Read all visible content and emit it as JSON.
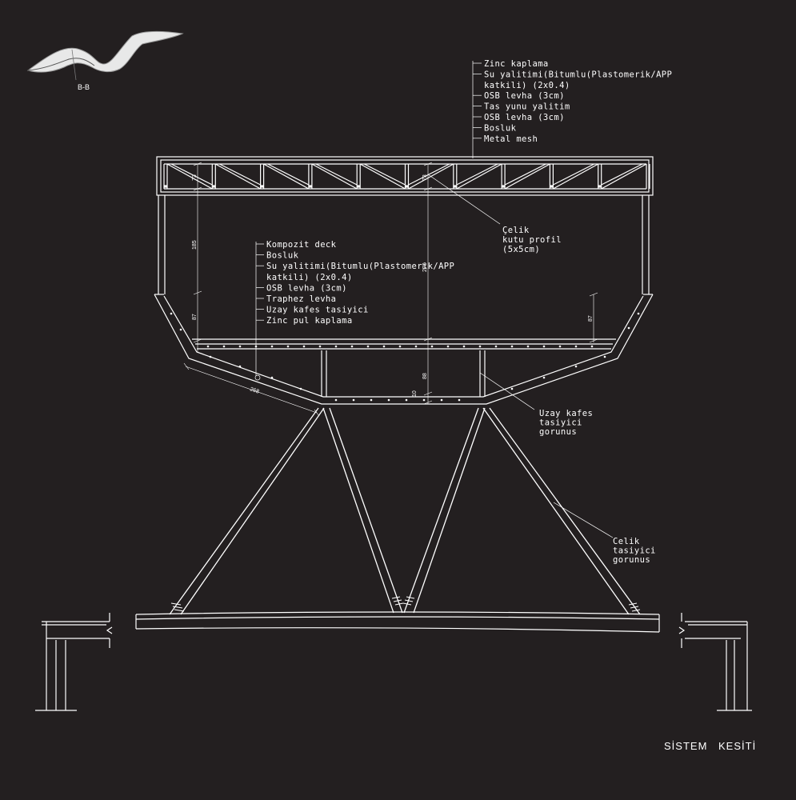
{
  "key_plan": {
    "label": "B-B"
  },
  "roof_layers": {
    "items": [
      "Zinc kaplama",
      "Su yalitimi(Bitumlu(Plastomerik/APP",
      "katkili) (2x0.4)",
      "OSB levha (3cm)",
      "Tas yunu yalitim",
      "OSB levha (3cm)",
      "Bosluk",
      "Metal mesh"
    ]
  },
  "floor_layers": {
    "items": [
      "Kompozit deck",
      "Bosluk",
      "Su yalitimi(Bitumlu(Plastomerik/APP",
      "katkili) (2x0.4)",
      "OSB levha (3cm)",
      "Traphez levha",
      "Uzay kafes tasiyici",
      "Zinc pul kaplama"
    ]
  },
  "profile_note": {
    "lines": [
      "Çelik",
      "kutu profil",
      "(5x5cm)"
    ]
  },
  "space_frame_note": {
    "lines": [
      "Uzay kafes",
      "tasiyici",
      "gorunus"
    ]
  },
  "steel_support_note": {
    "lines": [
      "Celik",
      "tasiyici",
      "gorunus"
    ]
  },
  "dimensions": {
    "roof_truss": "73",
    "wall_height": "185",
    "lower_left": "87",
    "lower_right": "87",
    "center_total": "270",
    "center_roof": "73",
    "center_bottom": "88",
    "center_small": "10",
    "slope_length": "268"
  },
  "title": {
    "word1": "SİSTEM",
    "word2": "KESİTİ"
  }
}
